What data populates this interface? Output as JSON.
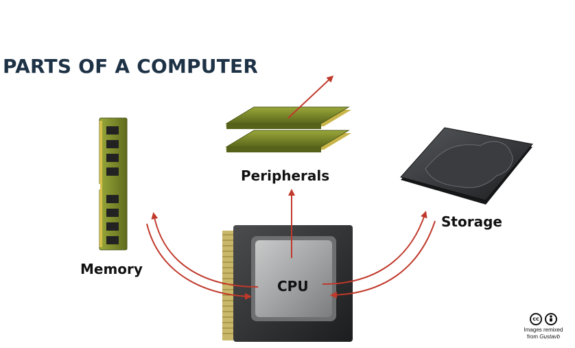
{
  "title": "PARTS OF A COMPUTER",
  "labels": {
    "memory": "Memory",
    "peripherals": "Peripherals",
    "storage": "Storage",
    "cpu": "CPU"
  },
  "credit": {
    "cc_icon": "cc",
    "by_icon": "person-icon",
    "line1": "Images remixed",
    "line2_prefix": "from ",
    "author": "Gustavb"
  },
  "colors": {
    "title": "#1e3246",
    "arrow": "#c0392b",
    "board_green": "#7d8a2a",
    "storage_dark": "#2b2d30",
    "cpu_gray": "#9a9c9e"
  }
}
